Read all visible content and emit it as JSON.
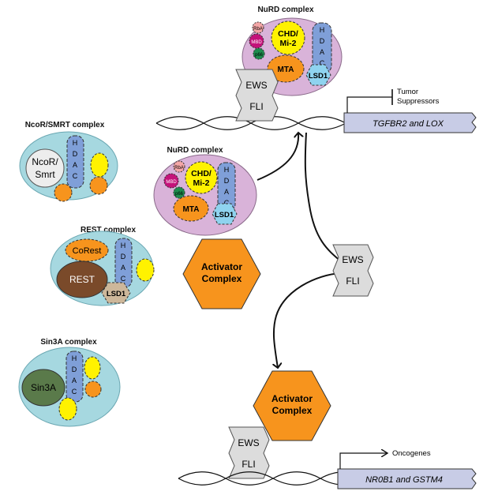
{
  "complexes": {
    "nurd_top": {
      "title": "NuRD complex",
      "rba": "RbA",
      "mbd": "MBD",
      "p66": "p66",
      "chd_line1": "CHD/",
      "chd_line2": "Mi-2",
      "mta": "MTA",
      "lsd1": "LSD1",
      "hdac": [
        "H",
        "D",
        "A",
        "C"
      ]
    },
    "nurd_mid": {
      "title": "NuRD complex",
      "rba": "RbA",
      "mbd": "MBD",
      "p66": "p66",
      "chd_line1": "CHD/",
      "chd_line2": "Mi-2",
      "mta": "MTA",
      "lsd1": "LSD1",
      "hdac": [
        "H",
        "D",
        "A",
        "C"
      ]
    },
    "ncor": {
      "title": "NcoR/SMRT complex",
      "core_line1": "NcoR/",
      "core_line2": "Smrt",
      "hdac": [
        "H",
        "D",
        "A",
        "C"
      ]
    },
    "rest": {
      "title": "REST complex",
      "corest": "CoRest",
      "rest": "REST",
      "lsd1": "LSD1",
      "hdac": [
        "H",
        "D",
        "A",
        "C"
      ]
    },
    "sin3a": {
      "title": "Sin3A complex",
      "core": "Sin3A",
      "hdac": [
        "H",
        "D",
        "A",
        "C"
      ]
    }
  },
  "ews_fli": {
    "line1": "EWS",
    "line2": "FLI"
  },
  "activator": {
    "line1": "Activator",
    "line2": "Complex"
  },
  "genes": {
    "top": {
      "label": "TGFBR2 and LOX",
      "effect_line1": "Tumor",
      "effect_line2": "Suppressors"
    },
    "bottom": {
      "label": "NR0B1 and GSTM4",
      "effect": "Oncogenes"
    }
  },
  "colors": {
    "nurd_bg": "#d9b3d9",
    "repressor_bg": "#a6d8e0",
    "hdac": "#7f9fd8",
    "yellow": "#fff200",
    "orange": "#f7941d",
    "lsd1": "#8fd3ef",
    "magenta": "#c4127a",
    "green": "#1e8c4e",
    "pink": "#f4a6a6",
    "rest_brown": "#7a4a2a",
    "lsd1_tan": "#cdb79a",
    "sin3a_green": "#5a7a4a",
    "dna_box": "#c8cce6",
    "ews_grey": "#dcdcdc"
  }
}
